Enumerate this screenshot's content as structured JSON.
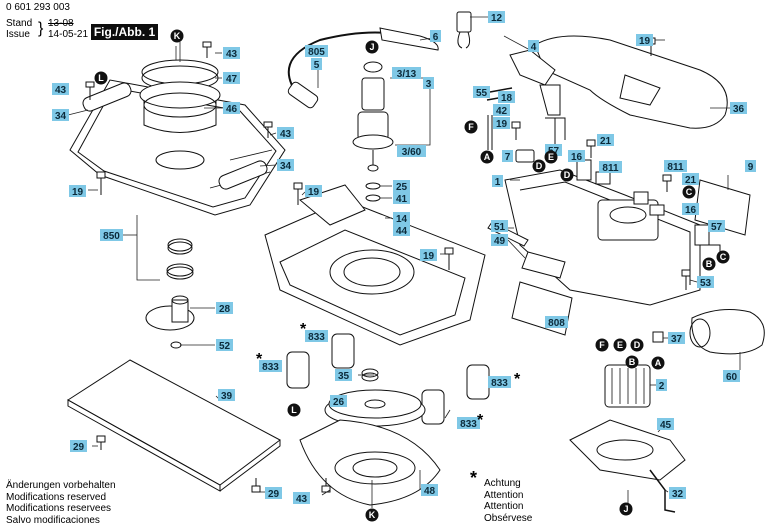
{
  "header": {
    "doc_number": "0 601 293 003",
    "stand_label": "Stand",
    "issue_label": "Issue",
    "stand_date_struck": "13-08",
    "issue_date": "14-05-21",
    "figure_label": "Fig./Abb. 1"
  },
  "footer": {
    "left": [
      "Änderungen vorbehalten",
      "Modifications reserved",
      "Modifications reservees",
      "Salvo modificaciones"
    ],
    "note_symbol": "*",
    "right": [
      "Achtung",
      "Attention",
      "Attention",
      "Obsérvese"
    ]
  },
  "colors": {
    "label_fill": "#7fc8e6",
    "marker_fill": "#111111"
  },
  "labels": [
    {
      "id": "l12",
      "text": "12"
    },
    {
      "id": "l6",
      "text": "6"
    },
    {
      "id": "l805",
      "text": "805"
    },
    {
      "id": "l5",
      "text": "5"
    },
    {
      "id": "l3_13",
      "text": "3/13"
    },
    {
      "id": "l3",
      "text": "3"
    },
    {
      "id": "l3_60",
      "text": "3/60"
    },
    {
      "id": "l4",
      "text": "4"
    },
    {
      "id": "l19a",
      "text": "19"
    },
    {
      "id": "l43a",
      "text": "43"
    },
    {
      "id": "l47",
      "text": "47"
    },
    {
      "id": "l43b",
      "text": "43"
    },
    {
      "id": "l46",
      "text": "46"
    },
    {
      "id": "l34a",
      "text": "34"
    },
    {
      "id": "l43c",
      "text": "43"
    },
    {
      "id": "l34b",
      "text": "34"
    },
    {
      "id": "l19b",
      "text": "19"
    },
    {
      "id": "l19c",
      "text": "19"
    },
    {
      "id": "l850",
      "text": "850"
    },
    {
      "id": "l28",
      "text": "28"
    },
    {
      "id": "l52",
      "text": "52"
    },
    {
      "id": "l39",
      "text": "39"
    },
    {
      "id": "l29a",
      "text": "29"
    },
    {
      "id": "l29b",
      "text": "29"
    },
    {
      "id": "l43d",
      "text": "43"
    },
    {
      "id": "l25",
      "text": "25"
    },
    {
      "id": "l41",
      "text": "41"
    },
    {
      "id": "l14",
      "text": "14"
    },
    {
      "id": "l44",
      "text": "44"
    },
    {
      "id": "l19d",
      "text": "19"
    },
    {
      "id": "l833a",
      "text": "833"
    },
    {
      "id": "l833b",
      "text": "833"
    },
    {
      "id": "l35",
      "text": "35"
    },
    {
      "id": "l26",
      "text": "26"
    },
    {
      "id": "l833c",
      "text": "833"
    },
    {
      "id": "l833d",
      "text": "833"
    },
    {
      "id": "l48",
      "text": "48"
    },
    {
      "id": "l55",
      "text": "55"
    },
    {
      "id": "l18",
      "text": "18"
    },
    {
      "id": "l42",
      "text": "42"
    },
    {
      "id": "l19e",
      "text": "19"
    },
    {
      "id": "l7",
      "text": "7"
    },
    {
      "id": "l57a",
      "text": "57"
    },
    {
      "id": "l16a",
      "text": "16"
    },
    {
      "id": "l21a",
      "text": "21"
    },
    {
      "id": "l811a",
      "text": "811"
    },
    {
      "id": "l811b",
      "text": "811"
    },
    {
      "id": "l1",
      "text": "1"
    },
    {
      "id": "l36",
      "text": "36"
    },
    {
      "id": "l9",
      "text": "9"
    },
    {
      "id": "l21b",
      "text": "21"
    },
    {
      "id": "l16b",
      "text": "16"
    },
    {
      "id": "l57b",
      "text": "57"
    },
    {
      "id": "l51",
      "text": "51"
    },
    {
      "id": "l49",
      "text": "49"
    },
    {
      "id": "l53",
      "text": "53"
    },
    {
      "id": "l808",
      "text": "808"
    },
    {
      "id": "l37",
      "text": "37"
    },
    {
      "id": "l2",
      "text": "2"
    },
    {
      "id": "l60",
      "text": "60"
    },
    {
      "id": "l45",
      "text": "45"
    },
    {
      "id": "l32",
      "text": "32"
    }
  ],
  "markers": [
    {
      "id": "mK1",
      "text": "K"
    },
    {
      "id": "mL1",
      "text": "L"
    },
    {
      "id": "mJ1",
      "text": "J"
    },
    {
      "id": "mF1",
      "text": "F"
    },
    {
      "id": "mA1",
      "text": "A"
    },
    {
      "id": "mE1",
      "text": "E"
    },
    {
      "id": "mD1",
      "text": "D"
    },
    {
      "id": "mD2",
      "text": "D"
    },
    {
      "id": "mC1",
      "text": "C"
    },
    {
      "id": "mB1",
      "text": "B"
    },
    {
      "id": "mC2",
      "text": "C"
    },
    {
      "id": "mL2",
      "text": "L"
    },
    {
      "id": "mK2",
      "text": "K"
    },
    {
      "id": "mF2",
      "text": "F"
    },
    {
      "id": "mE2",
      "text": "E"
    },
    {
      "id": "mD3",
      "text": "D"
    },
    {
      "id": "mB2",
      "text": "B"
    },
    {
      "id": "mA2",
      "text": "A"
    },
    {
      "id": "mJ2",
      "text": "J"
    }
  ],
  "asterisks": [
    "*",
    "*",
    "*",
    "*"
  ]
}
